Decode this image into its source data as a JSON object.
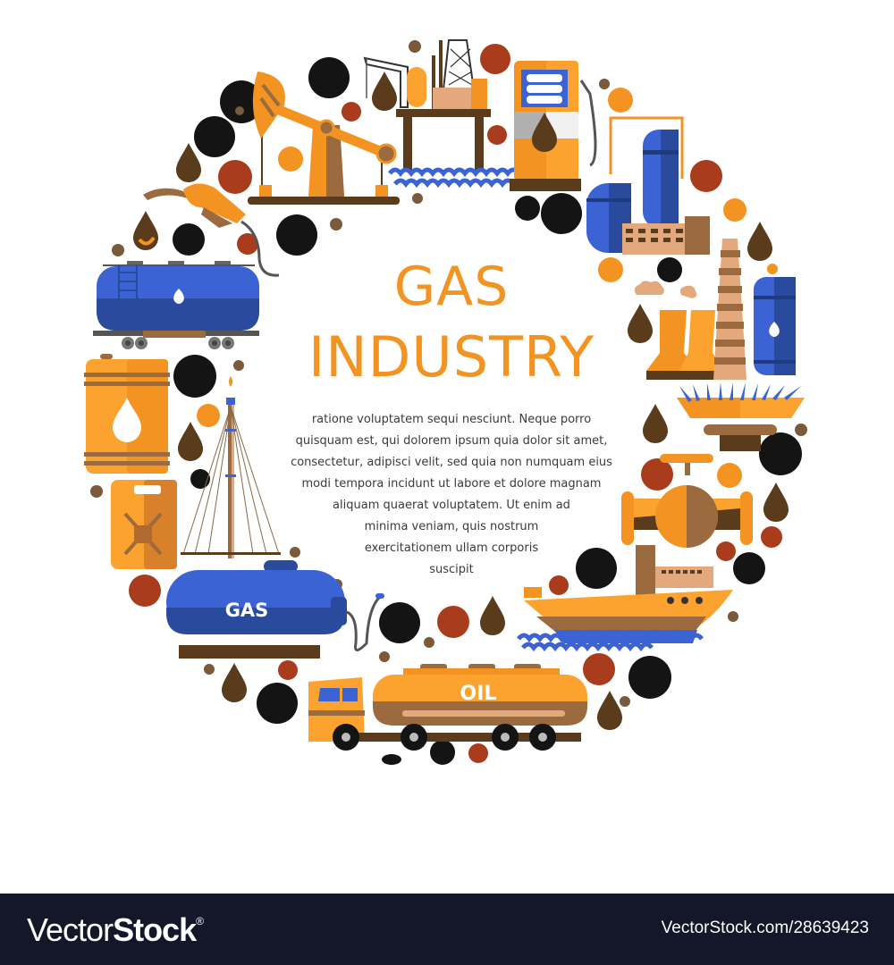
{
  "poster": {
    "title_line1": "GAS",
    "title_line2": "INDUSTRY",
    "body_lines": [
      "ratione voluptatem sequi nesciunt. Neque porro",
      "quisquam est, qui dolorem ipsum quia dolor sit amet,",
      "consectetur, adipisci velit, sed quia non numquam eius",
      "modi tempora incidunt ut labore et dolore magnam",
      "aliquam quaerat voluptatem. Ut enim ad",
      "minima veniam, quis nostrum",
      "exercitationem ullam corporis",
      "suscipit"
    ],
    "gas_tank_label": "GAS",
    "oil_truck_label": "OIL",
    "colors": {
      "orange": "#f39322",
      "light_orange": "#fba22f",
      "brown": "#5a3b1c",
      "mid_brown": "#9b6a3e",
      "rust": "#a83c1c",
      "blue": "#3b63d4",
      "dark_blue": "#2a4a9e",
      "black": "#141414",
      "tan": "#e3a97c"
    },
    "icons": [
      "pumpjack-icon",
      "offshore-rig-icon",
      "fuel-dispenser-icon",
      "refinery-tanks-icon",
      "cooling-towers-icon",
      "gas-cylinder-icon",
      "gas-burner-icon",
      "pipeline-valve-icon",
      "tanker-ship-icon",
      "oil-truck-icon",
      "gas-tank-icon",
      "drilling-mast-icon",
      "jerrycan-icon",
      "oil-barrel-icon",
      "rail-tank-car-icon",
      "fuel-nozzle-icon"
    ]
  },
  "footer": {
    "logo_light": "Vector",
    "logo_bold": "Stock",
    "logo_mark": "®",
    "url": "VectorStock.com/28639423"
  }
}
